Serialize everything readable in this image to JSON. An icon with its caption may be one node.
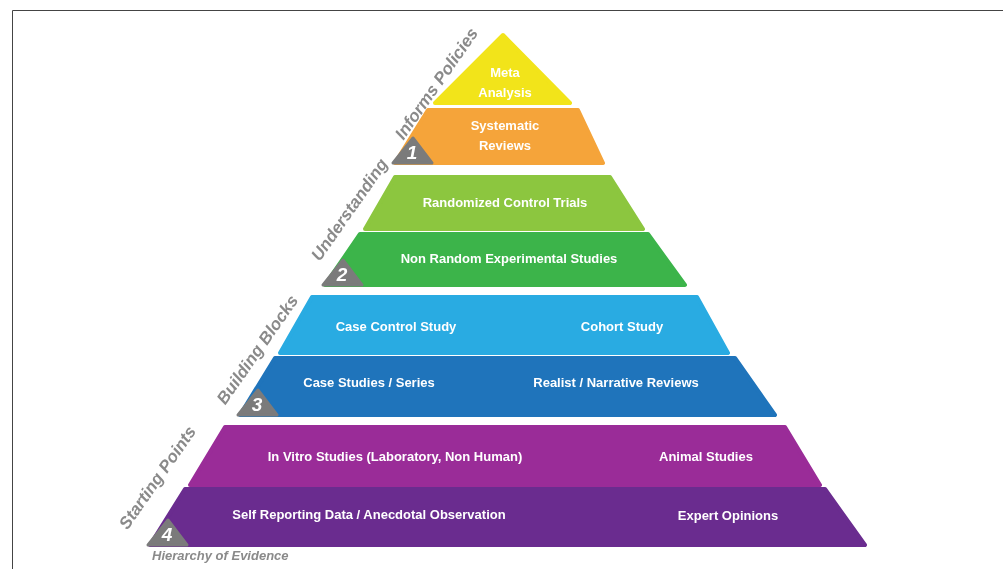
{
  "diagram": {
    "caption": "Hierarchy of Evidence",
    "nodes": [
      {
        "text": [
          "Meta Analysis"
        ]
      },
      {
        "text": [
          "Systematic Reviews"
        ]
      },
      {
        "text": [
          "1"
        ],
        "in": 1
      },
      {
        "text": [
          "Randomized Control Trials"
        ]
      },
      {
        "text": [
          "Non Random Experimental Studies"
        ]
      },
      {
        "text": [
          "2"
        ],
        "in": 4
      },
      {
        "text": [
          "Case Control Study",
          "Cohort Study"
        ]
      },
      {
        "text": [
          "Case Studies / Series",
          "Realist / Narrative Reviews"
        ]
      },
      {
        "text": [
          "3"
        ],
        "in": 7
      },
      {
        "text": [
          "In Vitro Studies (Laboratory, Non Human)",
          "Animal Studies"
        ]
      },
      {
        "text": [
          "Self Reporting Data / Anecdotal Observation",
          "Expert Opinions"
        ]
      },
      {
        "text": [
          "4"
        ],
        "in": 10
      }
    ],
    "labels": [
      "Informs Policies",
      "Understanding",
      "Building Blocks",
      "Starting Points"
    ]
  }
}
